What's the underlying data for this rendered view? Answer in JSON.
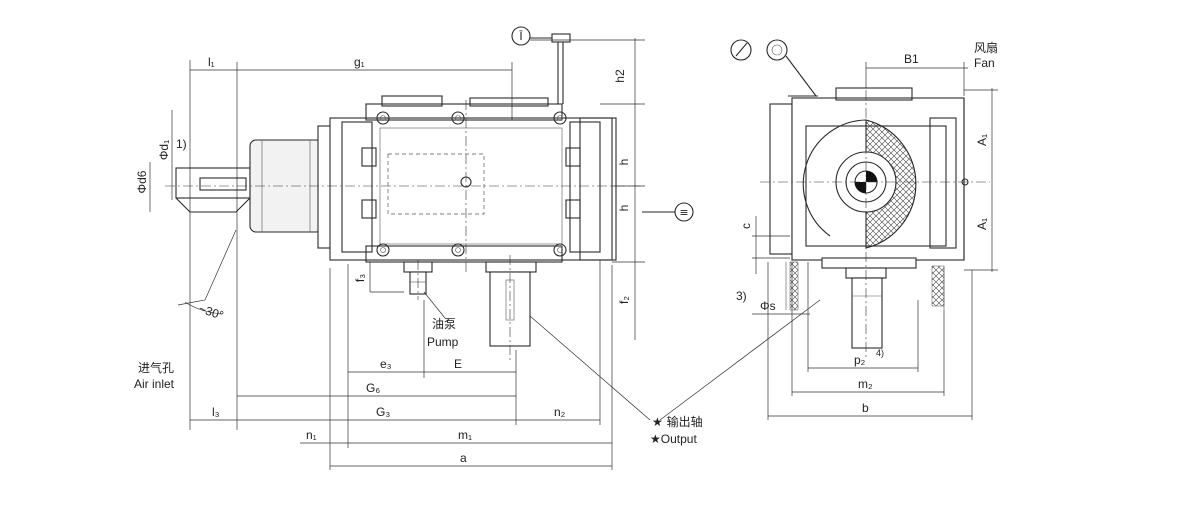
{
  "labels": {
    "l1": "l₁",
    "g1": "g₁",
    "h2": "h2",
    "h_upper": "h",
    "h_lower": "h",
    "d1": "Φd₁",
    "note1": "1)",
    "d6": "Φd6",
    "f3": "f₃",
    "f2": "f₂",
    "angle": "~30°",
    "air_inlet_cn": "进气孔",
    "air_inlet_en": "Air inlet",
    "pump_cn": "油泵",
    "pump_en": "Pump",
    "e3": "e₃",
    "E": "E",
    "G6": "G₆",
    "G3": "G₃",
    "l3": "l₃",
    "n2": "n₂",
    "n1": "n₁",
    "m1": "m₁",
    "a": "a",
    "output_cn": "★ 输出轴",
    "output_en": "★Output",
    "B1": "B1",
    "fan_cn": "风扇",
    "fan_en": "Fan",
    "A1_upper": "A₁",
    "A1_lower": "A₁",
    "c": "c",
    "note3": "3)",
    "s": "Φs",
    "p2": "p₂",
    "note4": "4)",
    "m2": "m₂",
    "b": "b"
  },
  "icons": [
    "oil-level-icon",
    "thermometer-icon",
    "pressure-gauge-icon",
    "oil-drain-icon"
  ]
}
